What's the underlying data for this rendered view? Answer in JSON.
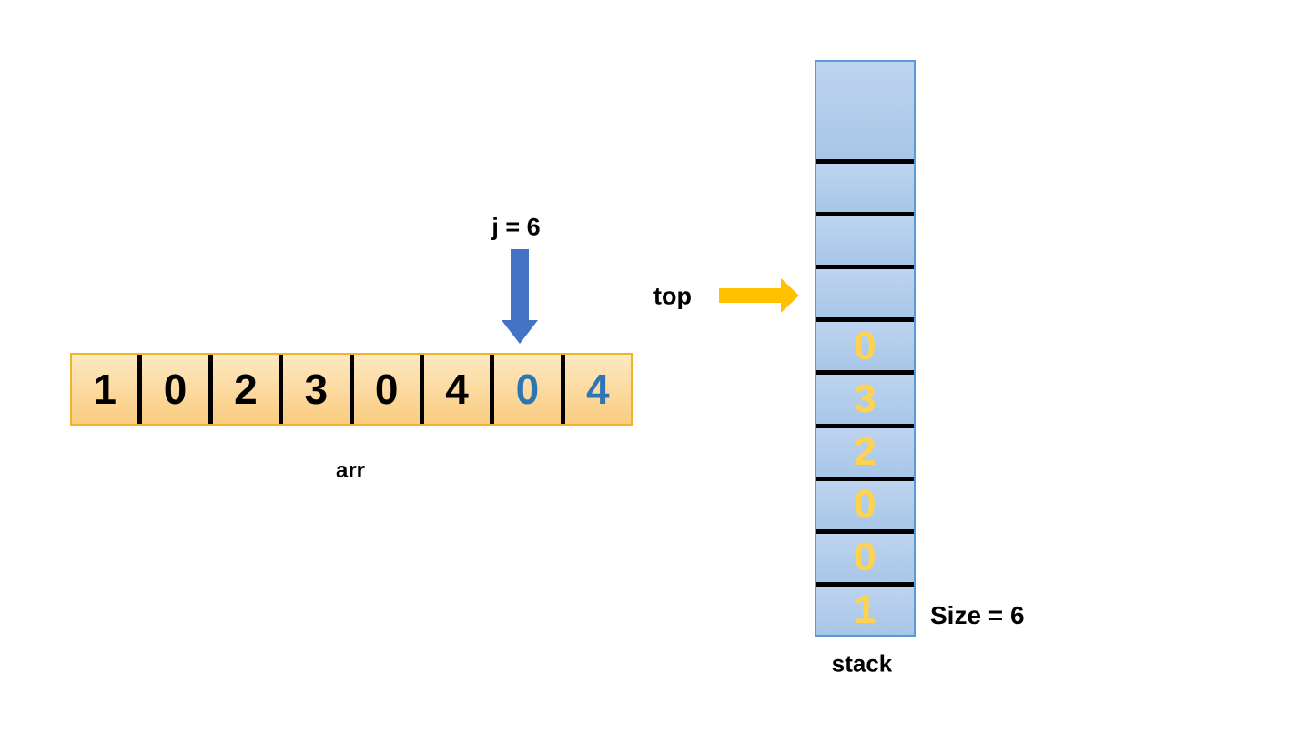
{
  "diagram": {
    "array": {
      "label": "arr",
      "pointer_label": "j = 6",
      "cells": [
        {
          "value": "1",
          "emphasis": "normal"
        },
        {
          "value": "0",
          "emphasis": "normal"
        },
        {
          "value": "2",
          "emphasis": "normal"
        },
        {
          "value": "3",
          "emphasis": "normal"
        },
        {
          "value": "0",
          "emphasis": "normal"
        },
        {
          "value": "4",
          "emphasis": "normal"
        },
        {
          "value": "0",
          "emphasis": "blue"
        },
        {
          "value": "4",
          "emphasis": "blue"
        }
      ]
    },
    "stack": {
      "label": "stack",
      "top_label": "top",
      "size_label": "Size = 6",
      "cells": [
        "",
        "",
        "",
        "",
        "0",
        "3",
        "2",
        "0",
        "0",
        "1"
      ]
    }
  },
  "colors": {
    "array_fill_top": "#FDE9C2",
    "array_fill_bottom": "#FACC80",
    "array_border": "#F0B428",
    "array_digit": "#000000",
    "array_digit_blue": "#2E75B6",
    "divider": "#000000",
    "arrow_blue": "#4472C4",
    "arrow_gold": "#FFC000",
    "stack_fill_top": "#BDD4EF",
    "stack_fill_bottom": "#A8C6E8",
    "stack_border": "#5B9BD5",
    "stack_digit": "#FFD34F",
    "label_text": "#000000"
  }
}
